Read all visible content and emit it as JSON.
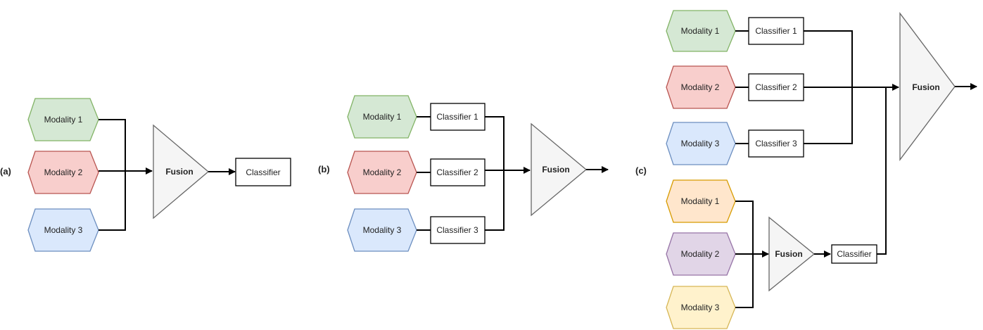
{
  "colors": {
    "green": {
      "fill": "#d5e8d4",
      "stroke": "#82b366"
    },
    "red": {
      "fill": "#f8cecc",
      "stroke": "#b85450"
    },
    "blue": {
      "fill": "#dae8fc",
      "stroke": "#6c8ebf"
    },
    "orange": {
      "fill": "#ffe6cc",
      "stroke": "#d79b00"
    },
    "purple": {
      "fill": "#e1d5e7",
      "stroke": "#9673a6"
    },
    "yellow": {
      "fill": "#fff2cc",
      "stroke": "#d6b656"
    },
    "fusion": {
      "fill": "#f5f5f5",
      "stroke": "#666666"
    }
  },
  "panel_a": {
    "label": "(a)",
    "modalities": [
      "Modality 1",
      "Modality 2",
      "Modality 3"
    ],
    "fusion": "Fusion",
    "classifier": "Classifier"
  },
  "panel_b": {
    "label": "(b)",
    "modalities": [
      "Modality 1",
      "Modality 2",
      "Modality 3"
    ],
    "classifiers": [
      "Classifier 1",
      "Classifier 2",
      "Classifier 3"
    ],
    "fusion": "Fusion"
  },
  "panel_c": {
    "label": "(c)",
    "top_modalities": [
      "Modality 1",
      "Modality 2",
      "Modality 3"
    ],
    "top_classifiers": [
      "Classifier 1",
      "Classifier 2",
      "Classifier 3"
    ],
    "bottom_modalities": [
      "Modality 1",
      "Modality 2",
      "Modality 3"
    ],
    "bottom_fusion": "Fusion",
    "bottom_classifier": "Classifier",
    "final_fusion": "Fusion"
  }
}
